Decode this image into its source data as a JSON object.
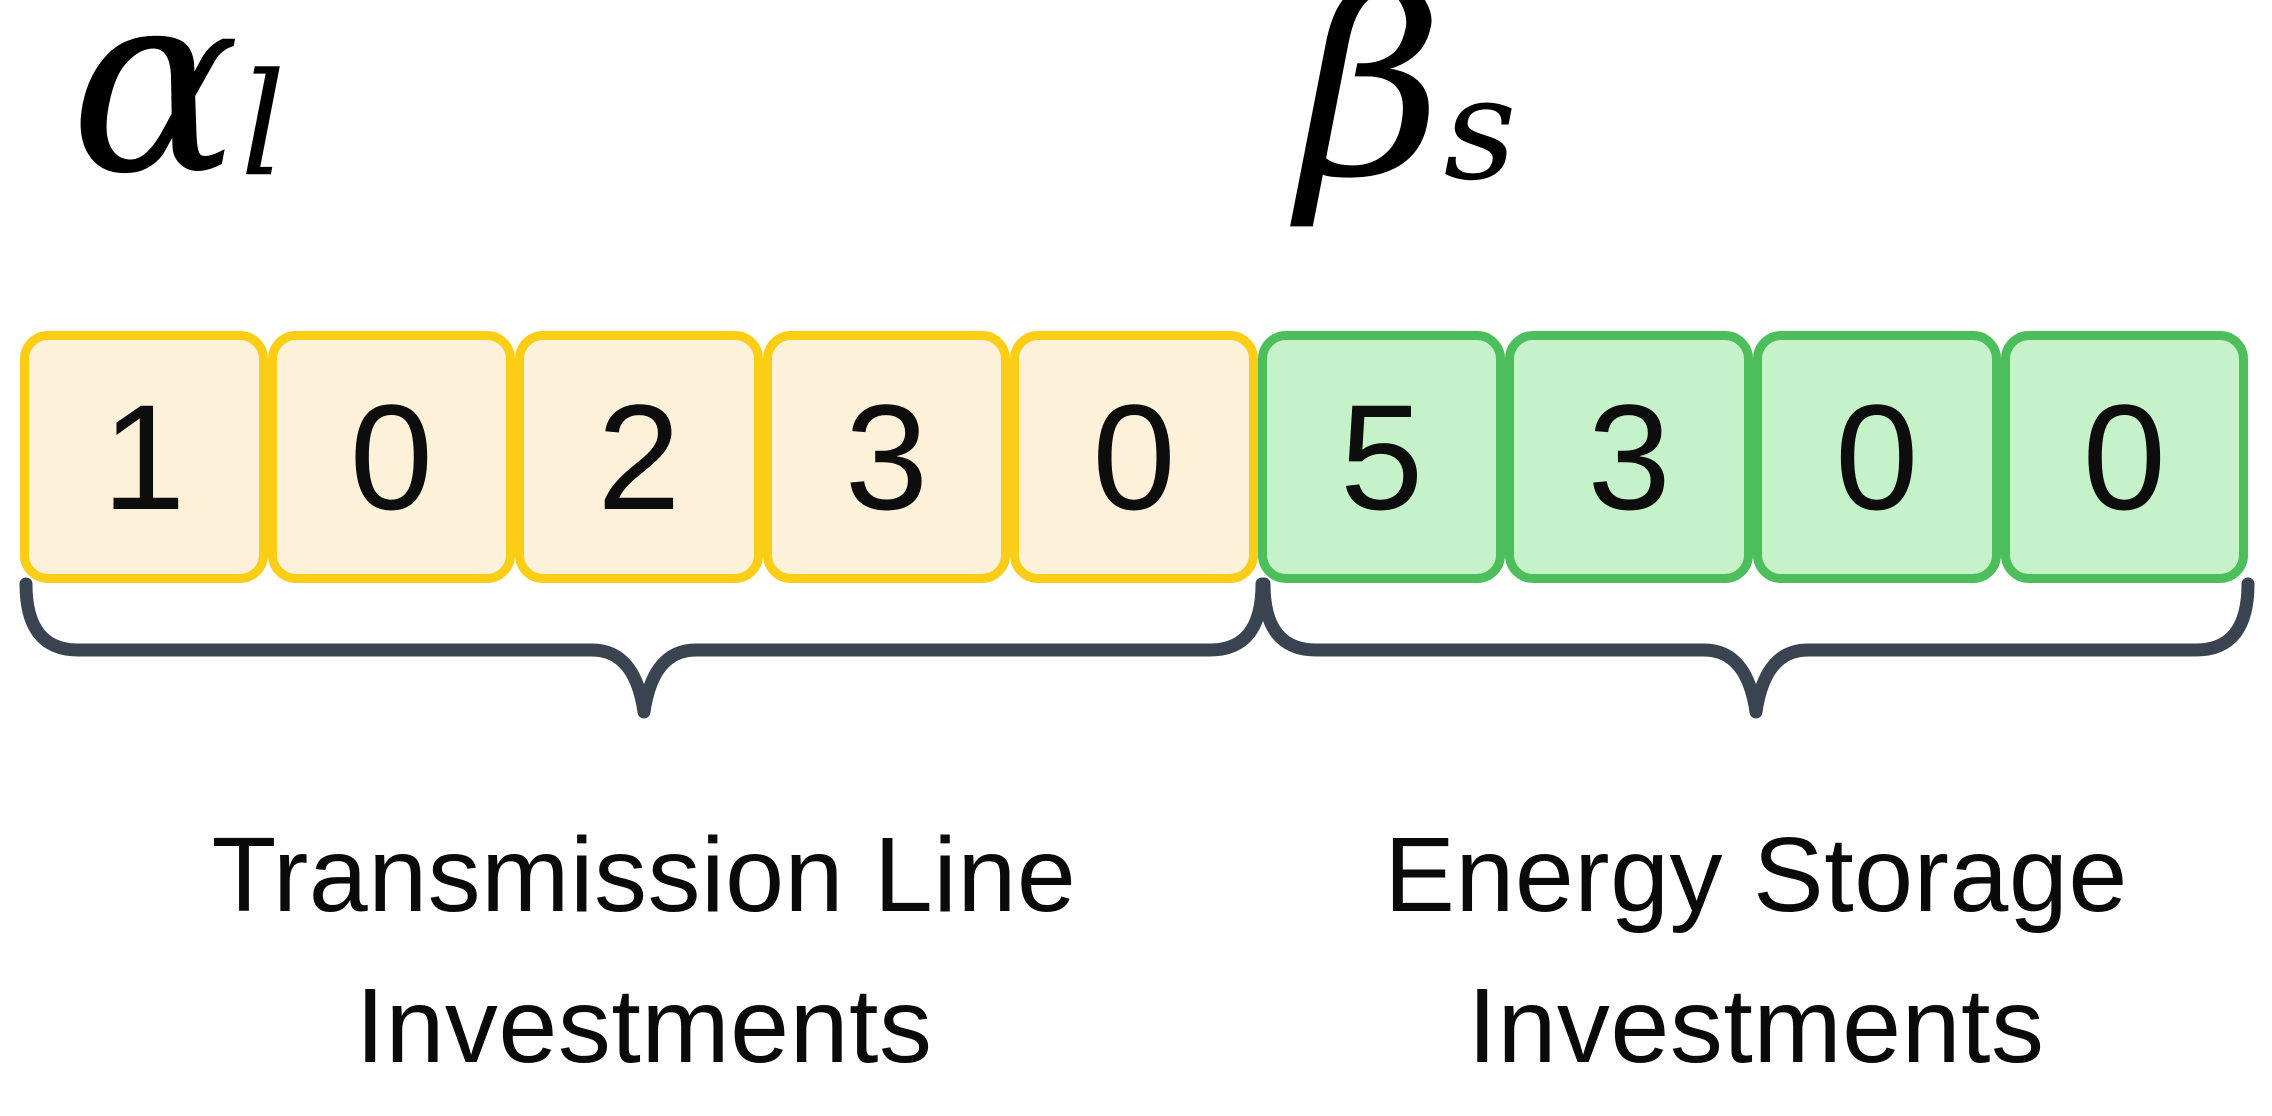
{
  "diagram": {
    "alpha_group": {
      "symbol": "α",
      "subscript": "l",
      "cells": [
        "1",
        "0",
        "2",
        "3",
        "0"
      ],
      "label_line1": "Transmission Line",
      "label_line2": "Investments",
      "cell_fill_color": "#FDF1DA",
      "cell_border_color": "#FBCD14"
    },
    "beta_group": {
      "symbol": "β",
      "subscript": "s",
      "cells": [
        "5",
        "3",
        "0",
        "0"
      ],
      "label_line1": "Energy Storage",
      "label_line2": "Investments",
      "cell_fill_color": "#C6F2C9",
      "cell_border_color": "#4CBE5B"
    },
    "brace_color": "#3A4450",
    "text_color": "#0A0A0A",
    "background_color": "#FFFFFF"
  }
}
